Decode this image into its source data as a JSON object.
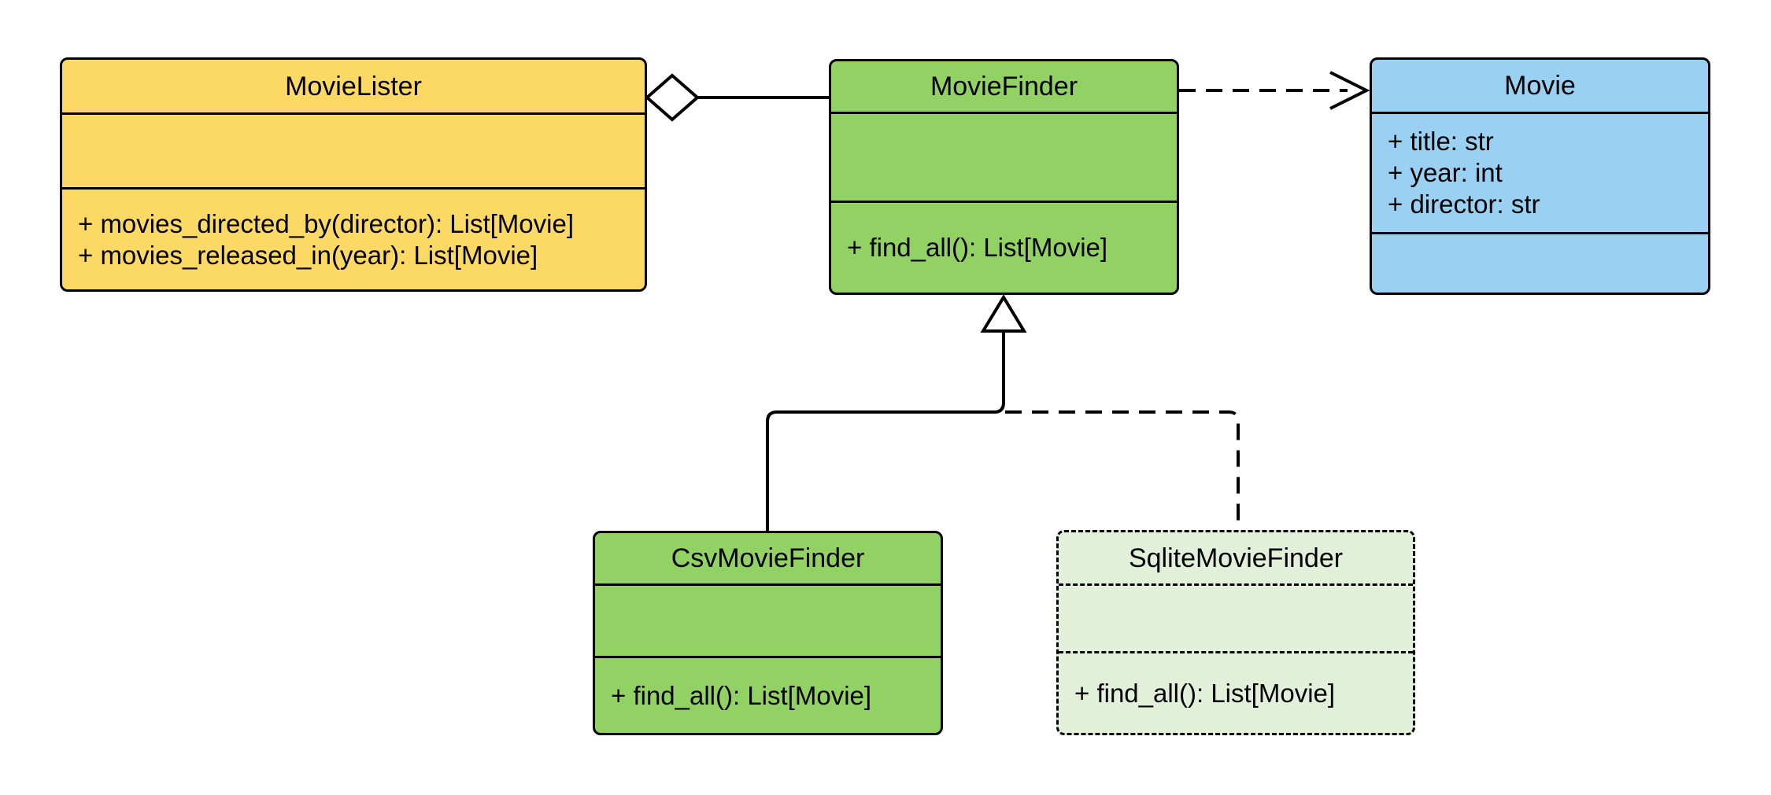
{
  "diagram_type": "uml-class-diagram",
  "colors": {
    "movielister_fill": "#FCD965",
    "moviefinder_fill": "#92D264",
    "movie_fill": "#9AD1F2",
    "csvmoviefinder_fill": "#92D264",
    "sqlitemoviefinder_fill": "#E2F0DA",
    "stroke": "#000000",
    "background": "#FFFFFF"
  },
  "classes": [
    {
      "name": "MovieLister",
      "attributes": [],
      "methods": [
        "+ movies_directed_by(director): List[Movie]",
        "+ movies_released_in(year): List[Movie]"
      ]
    },
    {
      "name": "MovieFinder",
      "attributes": [],
      "methods": [
        "+ find_all(): List[Movie]"
      ]
    },
    {
      "name": "Movie",
      "attributes": [
        "+ title: str",
        "+ year: int",
        "+ director: str"
      ],
      "methods": []
    },
    {
      "name": "CsvMovieFinder",
      "attributes": [],
      "methods": [
        "+ find_all(): List[Movie]"
      ]
    },
    {
      "name": "SqliteMovieFinder",
      "attributes": [],
      "methods": [
        "+ find_all(): List[Movie]"
      ]
    }
  ],
  "relationships": [
    {
      "type": "aggregation",
      "from": "MovieLister",
      "to": "MovieFinder",
      "line": "solid",
      "marker": "hollow-diamond"
    },
    {
      "type": "dependency",
      "from": "MovieFinder",
      "to": "Movie",
      "line": "dashed",
      "marker": "open-arrow"
    },
    {
      "type": "inheritance",
      "from": "CsvMovieFinder",
      "to": "MovieFinder",
      "line": "solid",
      "marker": "hollow-triangle"
    },
    {
      "type": "inheritance",
      "from": "SqliteMovieFinder",
      "to": "MovieFinder",
      "line": "dashed",
      "marker": "hollow-triangle"
    }
  ]
}
